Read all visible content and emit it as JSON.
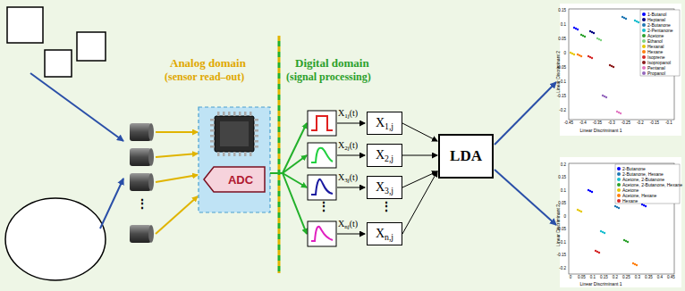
{
  "diagram": {
    "nodes": [
      {
        "text": [
          "ADC"
        ]
      },
      {
        "text": [
          "X1,j"
        ]
      },
      {
        "text": [
          "X2,j"
        ]
      },
      {
        "text": [
          "X3,j"
        ]
      },
      {
        "text": [
          "Xn,j"
        ]
      },
      {
        "text": [
          "LDA"
        ]
      }
    ],
    "edges": [
      {
        "from": 1,
        "to": 5,
        "arrow": "to"
      },
      {
        "from": 2,
        "to": 5,
        "arrow": "to"
      },
      {
        "from": 3,
        "to": 5,
        "arrow": "to"
      },
      {
        "from": 4,
        "to": 5,
        "arrow": "to"
      }
    ],
    "labels": [
      "Analog domain",
      "(sensor read–out)",
      "Digital domain",
      "(signal processing)",
      "X1j(t)",
      "X2j(t)",
      "X3j(t)",
      "Xnj(t)",
      "⋮",
      "⋮",
      "⋮",
      "Linear Discriminant 1",
      "Linear Discriminant 2",
      "Linear Discriminant 1",
      "Linear Discriminant 2",
      "-0.45",
      "-0.4",
      "-0.35",
      "-0.3",
      "-0.25",
      "-0.2",
      "-0.15",
      "-0.1",
      "0.15",
      "0.1",
      "0.05",
      "0",
      "-0.05",
      "-0.1",
      "-0.15",
      "-0.2",
      "0",
      "0.05",
      "0.1",
      "0.15",
      "0.2",
      "0.25",
      "0.3",
      "0.35",
      "0.4",
      "0.45",
      "0.2",
      "0.15",
      "0.1",
      "0.05",
      "0",
      "-0.05",
      "-0.1",
      "-0.15",
      "-0.2"
    ],
    "legend": [
      {
        "text": "1-Butanol",
        "color": "#0000ff"
      },
      {
        "text": "Heptanal",
        "color": "#000080"
      },
      {
        "text": "2-Butanone",
        "color": "#1f77b4"
      },
      {
        "text": "2-Pentanone",
        "color": "#17becf"
      },
      {
        "text": "Acetone",
        "color": "#2ca02c"
      },
      {
        "text": "Ethanol",
        "color": "#7fd37f"
      },
      {
        "text": "Hexanal",
        "color": "#e6c800"
      },
      {
        "text": "Hexane",
        "color": "#ff7f0e"
      },
      {
        "text": "Isoprene",
        "color": "#d62728"
      },
      {
        "text": "Isopropanol",
        "color": "#8c1a1a"
      },
      {
        "text": "Pentanal",
        "color": "#e377c2"
      },
      {
        "text": "Propanol",
        "color": "#9467bd"
      },
      {
        "text": "2-Butanone",
        "color": "#0000ff"
      },
      {
        "text": "2-Butanone, Hexane",
        "color": "#1f77b4"
      },
      {
        "text": "Acetone, 2-Butanone",
        "color": "#17becf"
      },
      {
        "text": "Acetone, 2-Butanone, Hexane",
        "color": "#2ca02c"
      },
      {
        "text": "Acetone",
        "color": "#e6c800"
      },
      {
        "text": "Acetone, Hexane",
        "color": "#ff7f0e"
      },
      {
        "text": "Hexane",
        "color": "#d62728"
      }
    ]
  }
}
